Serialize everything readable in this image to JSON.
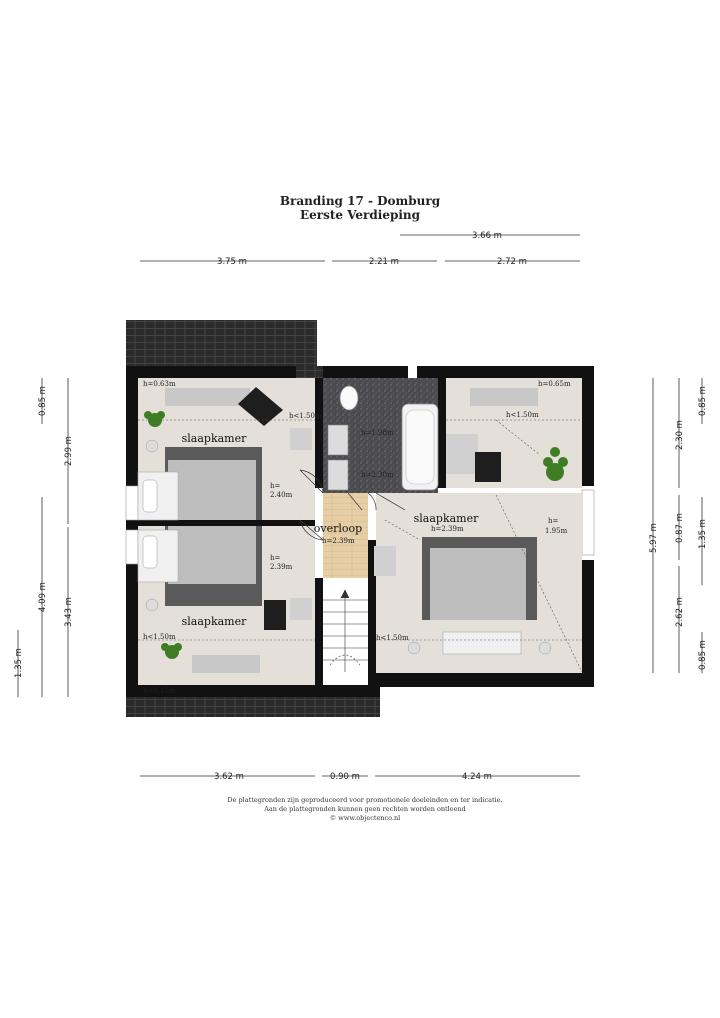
{
  "header": {
    "title": "Branding 17 - Domburg",
    "subtitle": "Eerste Verdieping"
  },
  "dimensions": {
    "top": [
      "3.66 m",
      "3.75 m",
      "2.21 m",
      "2.72 m"
    ],
    "bottom": [
      "3.62 m",
      "0.90 m",
      "4.24 m"
    ],
    "left": [
      "0.85 m",
      "2.99 m",
      "4.09 m",
      "3.43 m",
      "1.35 m"
    ],
    "right": [
      "5.97 m",
      "2.30 m",
      "0.87 m",
      "2.62 m",
      "0.85 m",
      "0.85 m",
      "1.35 m"
    ]
  },
  "rooms": {
    "bedroom_top_left": "slaapkamer",
    "bedroom_bottom_left": "slaapkamer",
    "bedroom_right": "slaapkamer",
    "landing": "overloop"
  },
  "heights": {
    "tl_a": "h=0.63m",
    "tl_b": "h<1.50m",
    "tl_c": "h=",
    "tl_d": "2.40m",
    "bath_a": "h=1.98m",
    "bath_b": "h=2.30m",
    "landing": "h=2.39m",
    "bl_a": "h=",
    "bl_b": "2.39m",
    "bl_c": "h<1.50m",
    "bl_d": "h=0.15m",
    "r_a": "h=0.65m",
    "r_b": "h<1.50m",
    "r_c": "h=2.39m",
    "r_d": "h=",
    "r_e": "1.95m",
    "r_f": "h<1.50m"
  },
  "footer": {
    "line1": "De plattegronden zijn geproduceerd voor promotionele doeleinden en ter indicatie.",
    "line2": "Aan de plattegronden kunnen geen rechten worden ontleend",
    "line3": "© www.objectenco.nl"
  }
}
